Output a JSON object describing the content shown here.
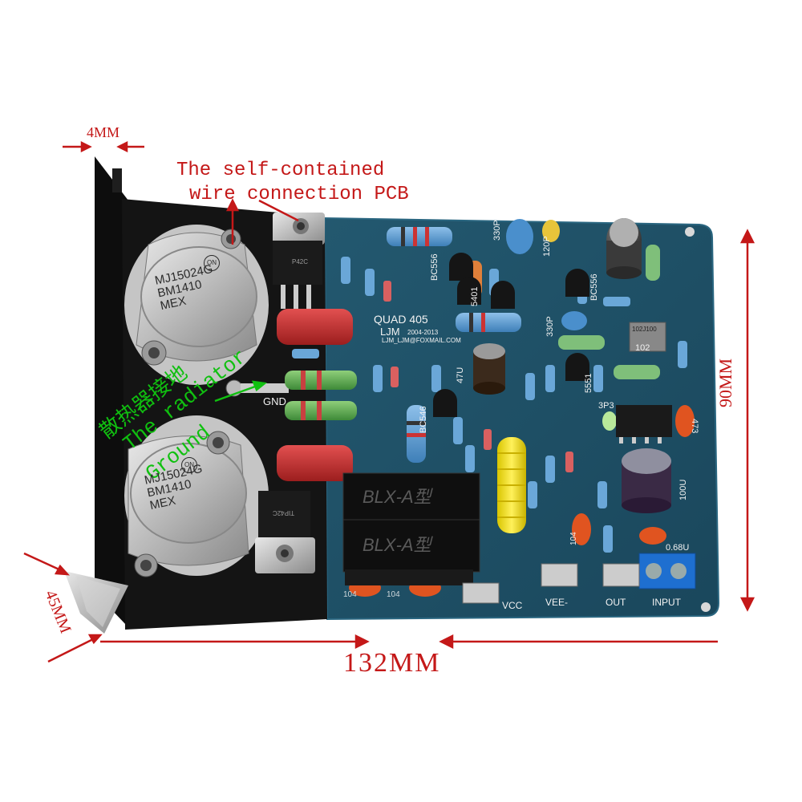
{
  "annotations": {
    "dim_top": "4MM",
    "dim_bottom": "132MM",
    "dim_right": "90MM",
    "dim_left": "45MM",
    "note_line1": "The self-contained",
    "note_line2": "wire connection PCB",
    "ground_cn": "散热器接地",
    "ground_en1": "The radiator",
    "ground_en2": "Ground"
  },
  "board": {
    "model": "QUAD 405",
    "author": "LJM",
    "years": "2004-2013",
    "email": "LJM_LJM@FOXMAIL.COM",
    "gnd": "GND",
    "labels": {
      "c330p_a": "330P",
      "c120p": "120P",
      "c330p_b": "330P",
      "bc556_a": "BC556",
      "bc556_b": "BC556",
      "t5401": "5401",
      "t5551": "5551",
      "c47u": "47U",
      "bc546": "BC546",
      "c102": "102",
      "c3p3": "3P3",
      "c473": "473",
      "c100u": "100U",
      "c104_a": "104",
      "c104_b": "104",
      "c104_c": "104",
      "l068": "0.68U",
      "vcc": "VCC",
      "vee": "VEE-",
      "out": "OUT",
      "input": "INPUT"
    },
    "relay_a": "BLX-A型",
    "relay_b": "BLX-A型",
    "box_cap": "102J100"
  },
  "transistor_top": {
    "line1": "MJ15024G",
    "line2": "BM1410",
    "line3": "MEX",
    "logo": "ON"
  },
  "transistor_bottom": {
    "line1": "MJ15024G",
    "line2": "BM1410",
    "line3": "MEX",
    "logo": "ON"
  },
  "small_transistors": {
    "top": "P42C",
    "bottom": "TIP42C"
  },
  "colors": {
    "pcb": "#1f4f66",
    "annotation": "#c41818",
    "heatsink": "#141414",
    "ground_label": "#10c010"
  }
}
